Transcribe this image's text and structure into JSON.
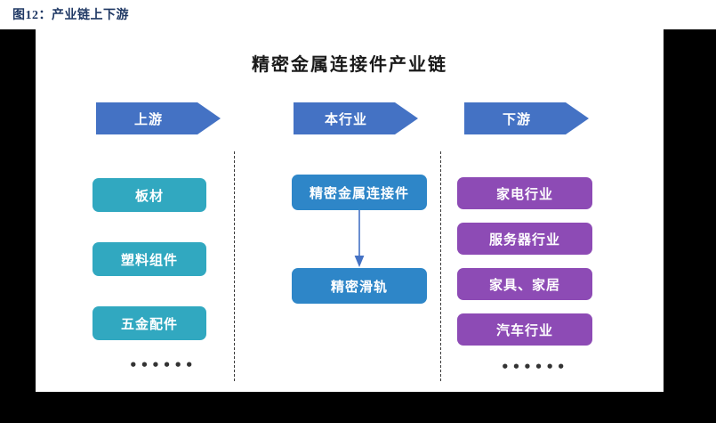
{
  "figure": {
    "caption": "图12：产业链上下游",
    "caption_color": "#1F3864"
  },
  "chart_data": {
    "type": "diagram",
    "title": "精密金属连接件产业链",
    "diagram_kind": "value-chain / supply-chain",
    "colors": {
      "banner": "#4472C4",
      "upstream_node": "#31A8C0",
      "industry_node": "#2E86C8",
      "downstream_node": "#8D4BB5",
      "divider": "#3A3A3A",
      "connector": "#4472C4"
    },
    "columns": [
      {
        "key": "upstream",
        "banner_label": "上游",
        "ellipsis": "••••••",
        "nodes": [
          {
            "label": "板材"
          },
          {
            "label": "塑料组件"
          },
          {
            "label": "五金配件"
          }
        ]
      },
      {
        "key": "industry",
        "banner_label": "本行业",
        "ellipsis": "",
        "nodes": [
          {
            "label": "精密金属连接件"
          },
          {
            "label": "精密滑轨"
          }
        ],
        "connector": {
          "from": "精密金属连接件",
          "to": "精密滑轨",
          "direction": "down"
        }
      },
      {
        "key": "downstream",
        "banner_label": "下游",
        "ellipsis": "••••••",
        "nodes": [
          {
            "label": "家电行业"
          },
          {
            "label": "服务器行业"
          },
          {
            "label": "家具、家居"
          },
          {
            "label": "汽车行业"
          }
        ]
      }
    ]
  }
}
